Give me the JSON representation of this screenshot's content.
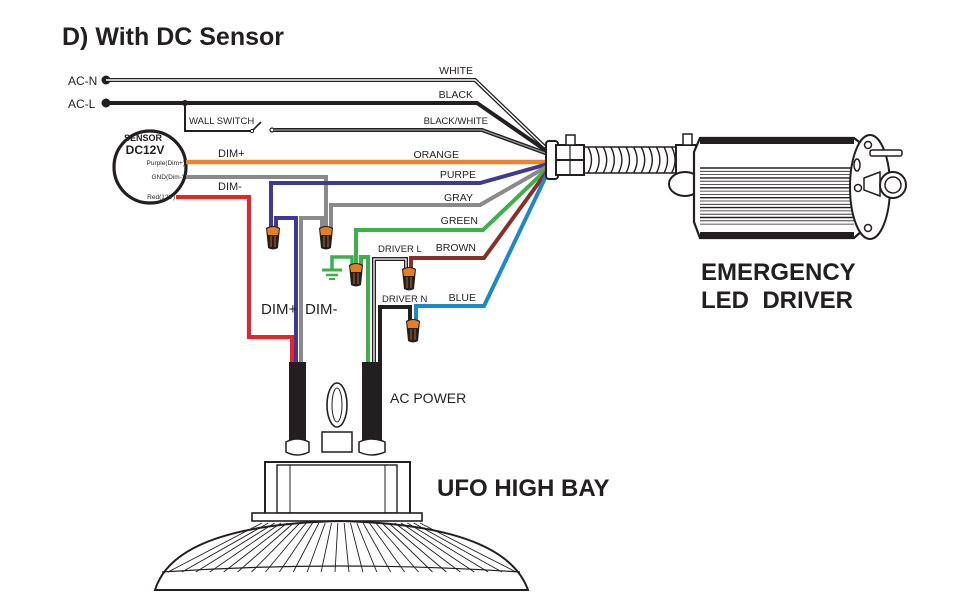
{
  "title": "D) With DC Sensor",
  "terminals": [
    {
      "id": "ac-n",
      "label": "AC-N"
    },
    {
      "id": "ac-l",
      "label": "AC-L"
    }
  ],
  "wall_switch": {
    "label": "WALL SWITCH"
  },
  "sensor": {
    "title": "SENSOR",
    "voltage": "DC12V",
    "pins": [
      "Purple(Dim+)",
      "GND(Dim-)",
      "Red(12V)"
    ]
  },
  "wires": [
    {
      "label": "WHITE",
      "color": "#231f20"
    },
    {
      "label": "BLACK",
      "color": "#231f20"
    },
    {
      "label": "BLACK/WHITE",
      "color": "#231f20"
    },
    {
      "label": "ORANGE",
      "color": "#f0812d"
    },
    {
      "label": "PURPE",
      "color": "#3f3894"
    },
    {
      "label": "GRAY",
      "color": "#8a8a8a"
    },
    {
      "label": "GREEN",
      "color": "#3bb149"
    },
    {
      "label": "BROWN",
      "color": "#8a2e2a"
    },
    {
      "label": "BLUE",
      "color": "#1e88c8"
    }
  ],
  "sensor_wires": {
    "dim_plus": "DIM+",
    "dim_minus": "DIM-",
    "red_color": "#e8242b"
  },
  "driver_wires": {
    "driver_l": "DRIVER L",
    "driver_n": "DRIVER N"
  },
  "fixture_labels": {
    "dim_plus": "DIM+",
    "dim_minus": "DIM-",
    "ac_power": "AC POWER"
  },
  "components": {
    "emergency_driver": [
      "EMERGENCY",
      "LED  DRIVER"
    ],
    "ufo": "UFO HIGH BAY"
  },
  "colors": {
    "connector_cap": "#e67e22",
    "ink": "#231f20"
  }
}
